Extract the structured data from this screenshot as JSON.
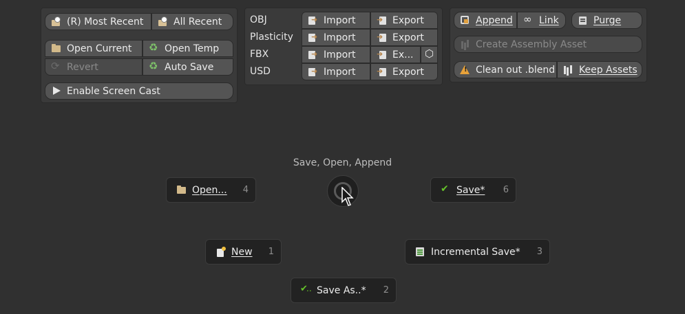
{
  "recent_panel": {
    "most_recent": "(R) Most Recent",
    "all_recent": "All Recent",
    "open_current": "Open Current",
    "open_temp": "Open Temp",
    "revert": "Revert",
    "auto_save": "Auto Save",
    "screen_cast": "Enable Screen Cast"
  },
  "io_panel": {
    "rows": [
      {
        "format": "OBJ",
        "import": "Import",
        "export": "Export"
      },
      {
        "format": "Plasticity",
        "import": "Import",
        "export": "Export"
      },
      {
        "format": "FBX",
        "import": "Import",
        "export": "Ex..."
      },
      {
        "format": "USD",
        "import": "Import",
        "export": "Export"
      }
    ]
  },
  "library_panel": {
    "append": "Append",
    "link": "Link",
    "purge": "Purge",
    "create_asset": "Create Assembly Asset",
    "clean_out": "Clean out .blend",
    "keep_assets": "Keep Assets"
  },
  "pie": {
    "title": "Save, Open, Append",
    "open": {
      "label": "Open...",
      "num": "4"
    },
    "save": {
      "label": "Save*",
      "num": "6"
    },
    "new": {
      "label": "New",
      "num": "1"
    },
    "incremental": {
      "label": "Incremental Save*",
      "num": "3"
    },
    "save_as": {
      "label": "Save As..*",
      "num": "2"
    }
  },
  "colors": {
    "background": "#303030",
    "panel": "#3a3a3a",
    "button": "#545454",
    "pie_item": "#222222",
    "accent_check": "#66c22a",
    "warning": "#e8a23a"
  }
}
